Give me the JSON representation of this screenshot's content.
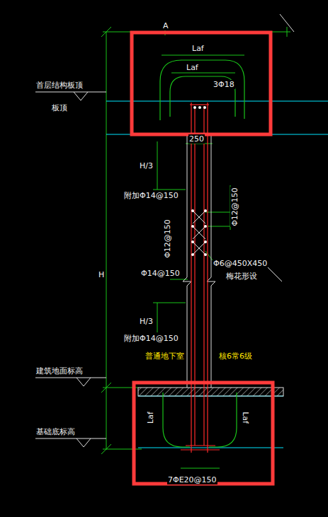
{
  "diagram": {
    "labels": [
      "A",
      "Laf",
      "Laf",
      "3Φ18",
      "首层结构板顶",
      "板顶",
      "250",
      "H/3",
      "附加Φ14@150",
      "Φ12@150",
      "Φ12@150",
      "Φ6@450X450",
      "梅花形设",
      "Φ14@150",
      "H",
      "H/3",
      "附加Φ14@150",
      "普通地下室",
      "核6常6级",
      "建筑地面标高",
      "基础底标高",
      "Laf",
      "Laf",
      "7ΦE20@150"
    ]
  }
}
